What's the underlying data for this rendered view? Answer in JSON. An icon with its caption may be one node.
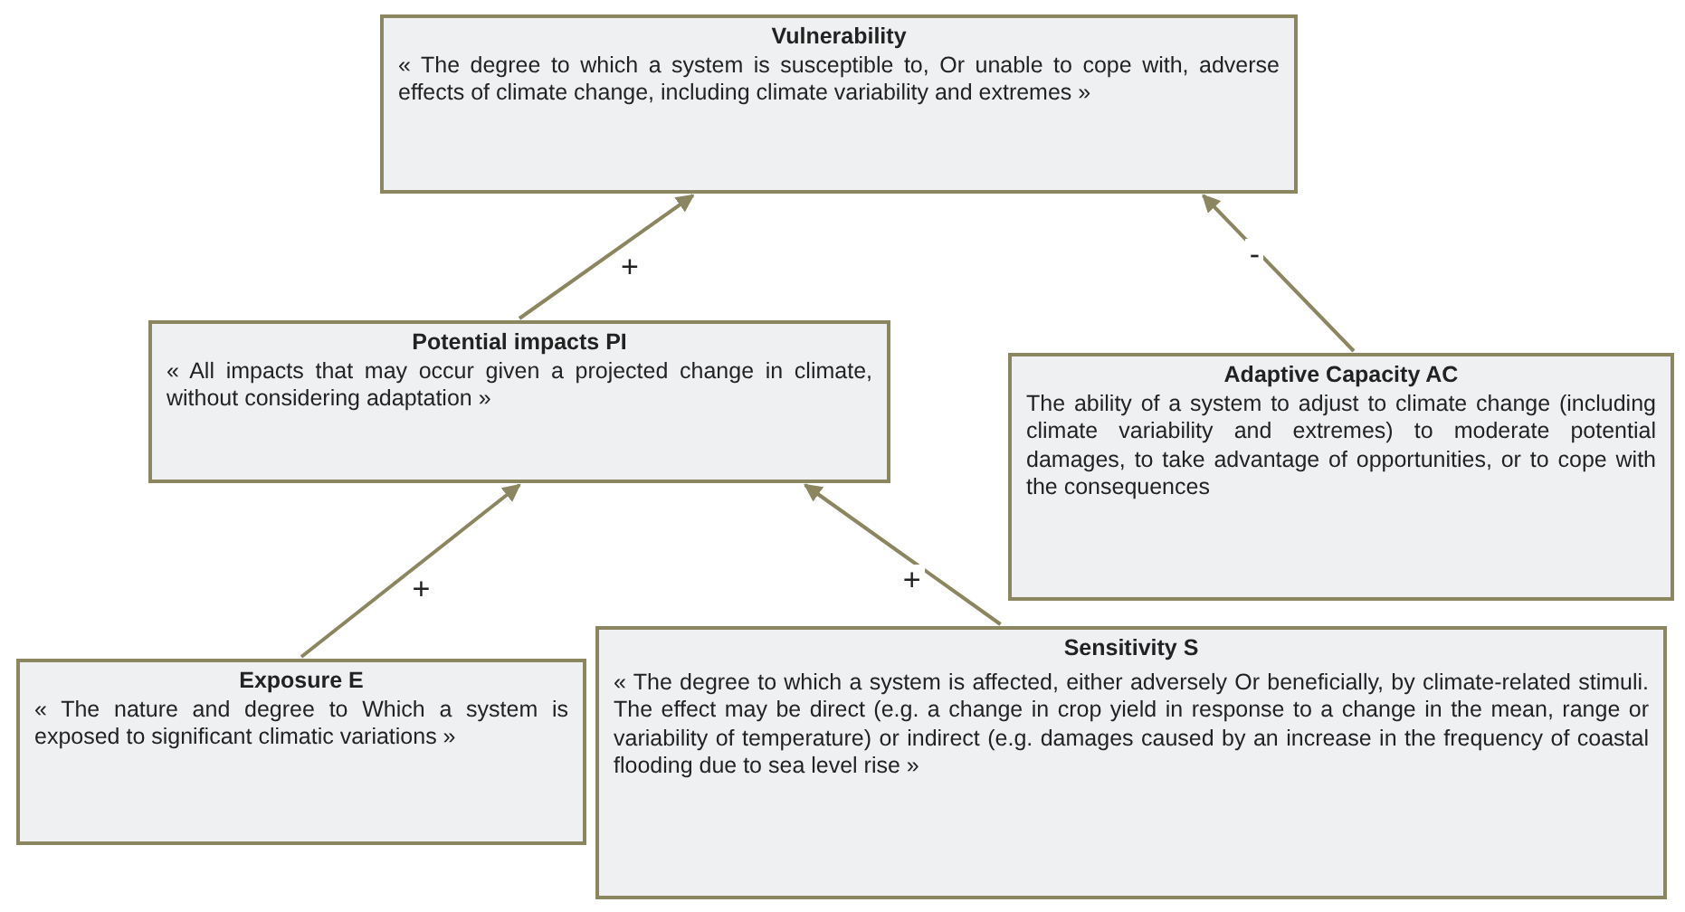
{
  "diagram": {
    "nodes": [
      {
        "text": [
          "Vulnerability",
          "« The degree to which a system is susceptible to, Or unable to cope with, adverse effects of climate change, including climate variability and extremes »"
        ]
      },
      {
        "text": [
          "Potential impacts PI",
          "« All impacts that may occur given a projected change in climate, without considering adaptation »"
        ]
      },
      {
        "text": [
          "Adaptive Capacity AC",
          "The ability of a system to adjust to climate change (including climate variability and extremes) to moderate potential damages, to take advantage of opportunities, or to cope with the consequences"
        ]
      },
      {
        "text": [
          "Exposure E",
          "« The nature and degree to Which a system is exposed to significant climatic variations »"
        ]
      },
      {
        "text": [
          "Sensitivity S",
          "« The degree to which a system is affected, either adversely Or beneficially, by climate-related stimuli. The effect may be direct (e.g. a change in crop yield in response to a change in the mean, range or variability of temperature) or indirect (e.g. damages caused by an increase in the frequency of coastal flooding due to sea level rise »"
        ]
      }
    ],
    "edges": [
      {
        "from": 1,
        "to": 0,
        "arrow": "to",
        "label": "+"
      },
      {
        "from": 2,
        "to": 0,
        "arrow": "to",
        "label": "-"
      },
      {
        "from": 3,
        "to": 1,
        "arrow": "to",
        "label": "+"
      },
      {
        "from": 4,
        "to": 1,
        "arrow": "to",
        "label": "+"
      }
    ]
  }
}
